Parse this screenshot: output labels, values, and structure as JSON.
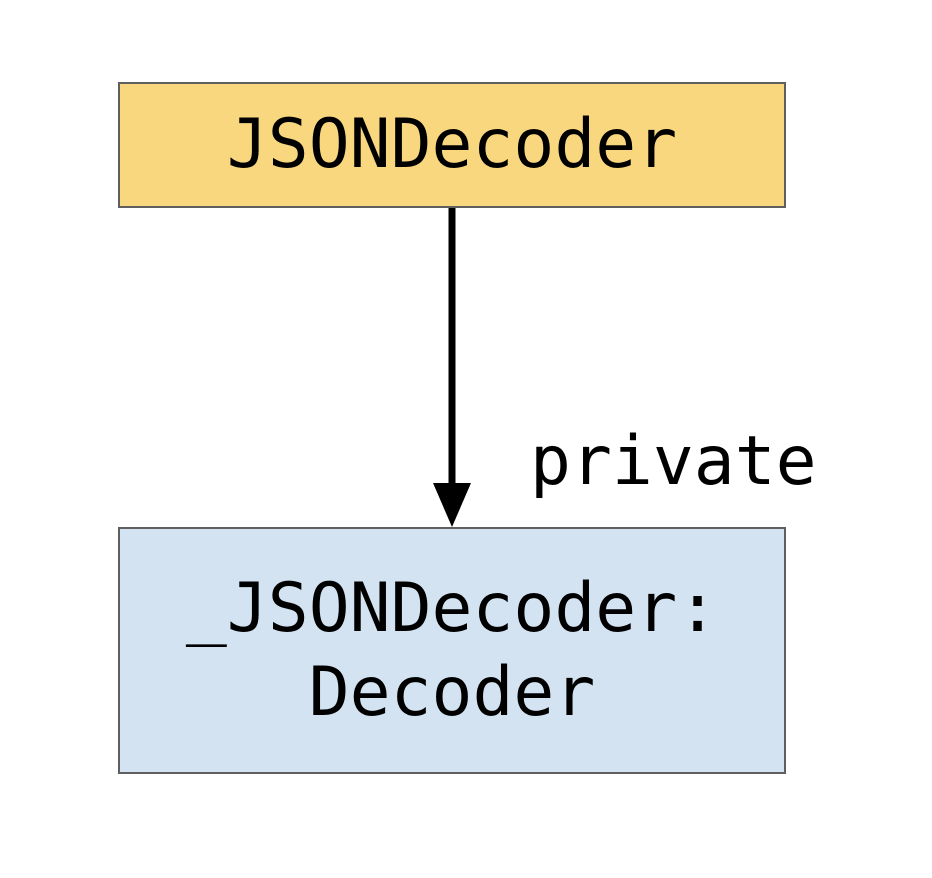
{
  "nodes": {
    "top": {
      "label": "JSONDecoder",
      "fill": "#f9d77e"
    },
    "bottom": {
      "line1": "_JSONDecoder:",
      "line2": "Decoder",
      "fill": "#d4e3f1"
    }
  },
  "edge": {
    "label": "private",
    "color": "#000000",
    "direction": "top-to-bottom"
  }
}
